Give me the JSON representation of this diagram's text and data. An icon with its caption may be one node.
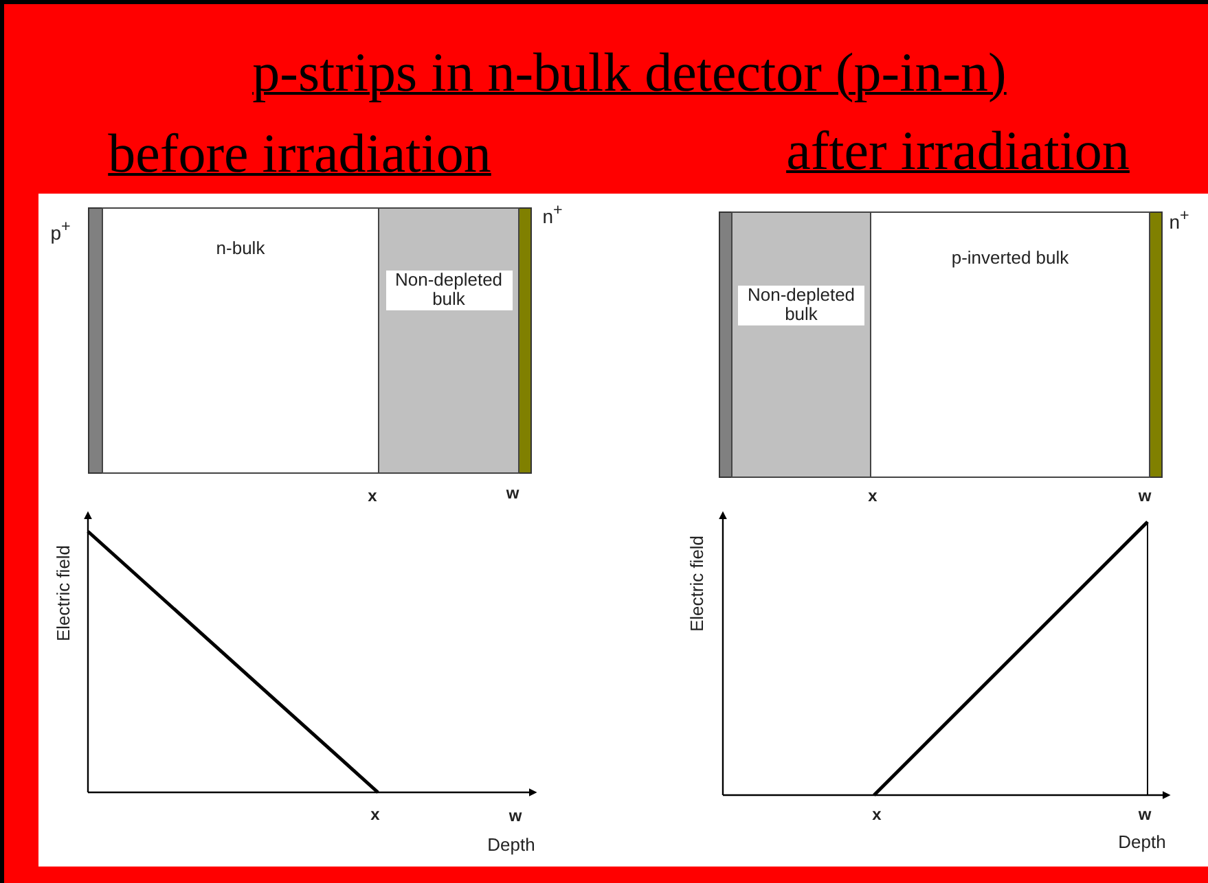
{
  "diagram": {
    "title": "p-strips in n-bulk detector (p-in-n)",
    "nodes": [
      {
        "text": [
          "n-bulk"
        ]
      },
      {
        "text": [
          "Non-depleted bulk"
        ]
      },
      {
        "text": [
          "Non-depleted bulk"
        ]
      },
      {
        "text": [
          "p-inverted bulk"
        ]
      }
    ],
    "edges": [],
    "labels": [
      "before irradiation",
      "after irradiation",
      "p$^{+}$",
      "n$^{+}$",
      "x",
      "w",
      "n$^{+}$",
      "x",
      "w",
      "Electric field",
      "x",
      "w",
      "Depth",
      "Electric field",
      "x",
      "w",
      "Depth"
    ]
  }
}
